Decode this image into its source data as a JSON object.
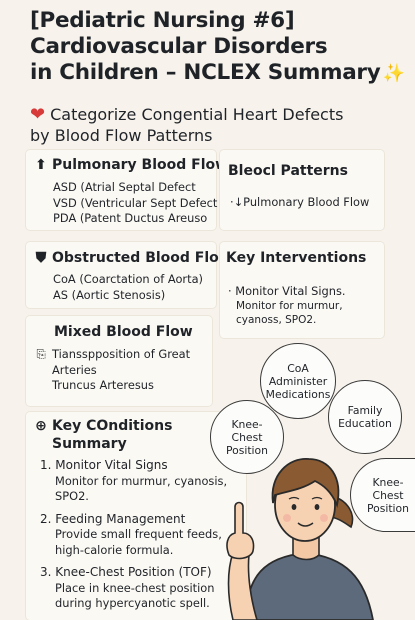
{
  "title": {
    "line1": "[Pediatric Nursing #6]",
    "line2": "Cardiovascular Disorders",
    "line3": "in Children – NCLEX Summary",
    "sparkle_icon": "sparkle-icon"
  },
  "subtitle": {
    "line1": "Categorize Congential Heart Defects",
    "line2": "by Blood Flow Patterns",
    "icon": "heart-icon"
  },
  "pulmonary": {
    "heading": "Pulmonary Blood Flow",
    "items": [
      "ASD (Atrial Septal Defect",
      "VSD (Ventricular Sept Defect",
      "PDA (Patent Ductus Areuso"
    ]
  },
  "patterns": {
    "heading": "Bleocl Patterns",
    "item": "↓Pulmonary Blood Flow"
  },
  "obstructed": {
    "heading": "Obstructed Blood Flow",
    "items": [
      "CoA (Coarctation of Aorta)",
      "AS (Aortic Stenosis)"
    ]
  },
  "interventions": {
    "heading": "Key Interventions",
    "item_title": "Monitor Vital Signs.",
    "item_detail": "Monitor for murmur, cyanoss, SPO2."
  },
  "mixed": {
    "heading": "Mixed Blood Flow",
    "item_line1": "Tiansspposition of Great",
    "item_line2": "Arteries",
    "item_line3": "Truncus Arteresus"
  },
  "summary": {
    "heading_line1": "Key COnditions",
    "heading_line2": "Summary",
    "items": [
      {
        "num": "1.",
        "title": "Monitor Vital Signs",
        "detail1": "Monitor for murmur, cyanosis,",
        "detail2": "SPO2."
      },
      {
        "num": "2.",
        "title": "Feeding Management",
        "detail1": "Provide small frequent feeds,",
        "detail2": "high-calorie formula."
      },
      {
        "num": "3.",
        "title": "Knee-Chest Position (TOF)",
        "detail1": "Place in knee-chest position",
        "detail2": "during hypercyanotic spell."
      }
    ]
  },
  "bubbles": {
    "coa": [
      "CoA",
      "Administer",
      "Medications"
    ],
    "family": [
      "Family",
      "Education"
    ],
    "knee_left": [
      "Knee-",
      "Chest",
      "Position"
    ],
    "knee_right": [
      "Knee-",
      "Chest",
      "Position"
    ]
  },
  "colors": {
    "background": "#f7f3ec",
    "heart": "#d83a3a",
    "sparkle": "#f2c94c",
    "shirt": "#5d6a7c"
  }
}
